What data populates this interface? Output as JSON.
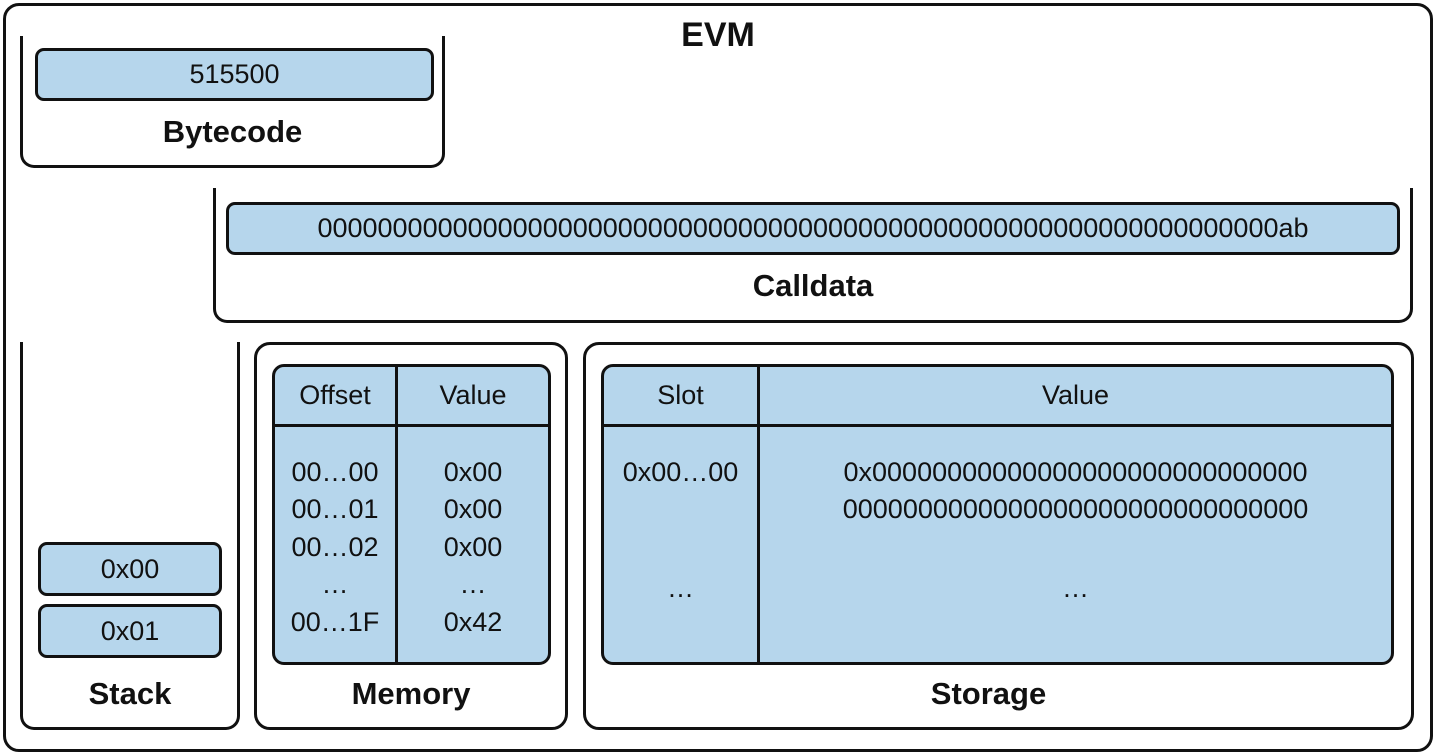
{
  "evm": {
    "title": "EVM"
  },
  "bytecode": {
    "value": "515500",
    "label": "Bytecode"
  },
  "calldata": {
    "value": "0000000000000000000000000000000000000000000000000000000000000000ab",
    "label": "Calldata"
  },
  "stack": {
    "items": [
      "0x00",
      "0x01"
    ],
    "label": "Stack"
  },
  "memory": {
    "label": "Memory",
    "headers": {
      "offset": "Offset",
      "value": "Value"
    },
    "offsets": [
      "00…00",
      "00…01",
      "00…02",
      "…",
      "00…1F"
    ],
    "values": [
      "0x00",
      "0x00",
      "0x00",
      "…",
      "0x42"
    ]
  },
  "storage": {
    "label": "Storage",
    "headers": {
      "slot": "Slot",
      "value": "Value"
    },
    "slots": [
      "0x00…00",
      "…"
    ],
    "value_lines": [
      "0x00000000000000000000000000000",
      "0000000000000000000000000000000",
      "…"
    ]
  },
  "colors": {
    "fill": "#b6d6ec",
    "stroke": "#111111"
  }
}
